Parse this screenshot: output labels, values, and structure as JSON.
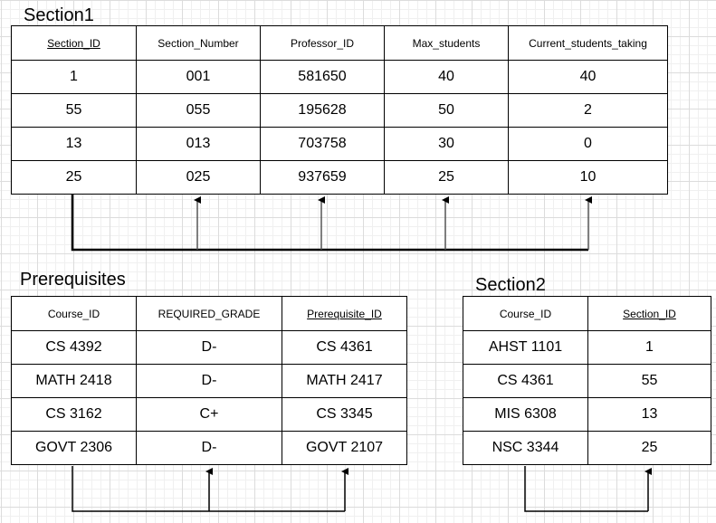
{
  "section1": {
    "title": "Section1",
    "columns": [
      "Section_ID",
      "Section_Number",
      "Professor_ID",
      "Max_students",
      "Current_students_taking"
    ],
    "rows": [
      [
        "1",
        "001",
        "581650",
        "40",
        "40"
      ],
      [
        "55",
        "055",
        "195628",
        "50",
        "2"
      ],
      [
        "13",
        "013",
        "703758",
        "30",
        "0"
      ],
      [
        "25",
        "025",
        "937659",
        "25",
        "10"
      ]
    ]
  },
  "prerequisites": {
    "title": "Prerequisites",
    "columns": [
      "Course_ID",
      "REQUIRED_GRADE",
      "Prerequisite_ID"
    ],
    "rows": [
      [
        "CS 4392",
        "D-",
        "CS 4361"
      ],
      [
        "MATH 2418",
        "D-",
        "MATH 2417"
      ],
      [
        "CS 3162",
        "C+",
        "CS 3345"
      ],
      [
        "GOVT 2306",
        "D-",
        "GOVT 2107"
      ]
    ]
  },
  "section2": {
    "title": "Section2",
    "columns": [
      "Course_ID",
      "Section_ID"
    ],
    "rows": [
      [
        "AHST 1101",
        "1"
      ],
      [
        "CS 4361",
        "55"
      ],
      [
        "MIS 6308",
        "13"
      ],
      [
        "NSC 3344",
        "25"
      ]
    ]
  },
  "colors": {
    "line": "#000000",
    "line_light": "#777777",
    "grid": "#dcdcdc"
  }
}
